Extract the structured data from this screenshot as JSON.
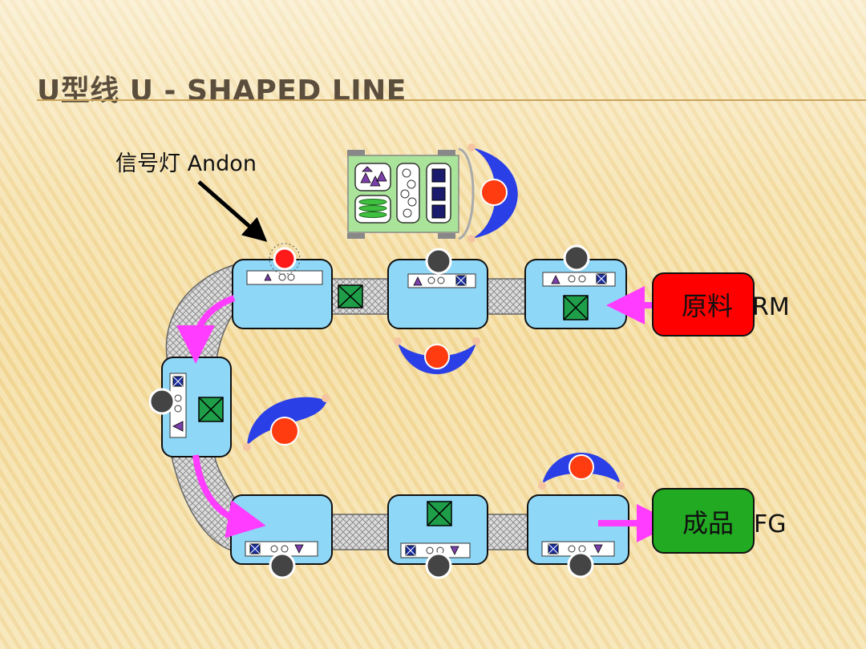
{
  "title": "U型线  U - SHAPED LINE",
  "andon_label": "信号灯  Andon",
  "raw_material": {
    "label": "原料",
    "code": "RM"
  },
  "finished_goods": {
    "label": "成品",
    "code": "FG"
  },
  "colors": {
    "station_fill": "#8fd7f7",
    "operator_body": "#2b3fe6",
    "operator_head": "#ff3b10",
    "flow_arrow": "#ff3cff",
    "raw_material_box": "#ff0000",
    "finished_goods_box": "#22aa22",
    "wip_box": "#1f9e4a",
    "andon_light": "#ff1a1a"
  }
}
